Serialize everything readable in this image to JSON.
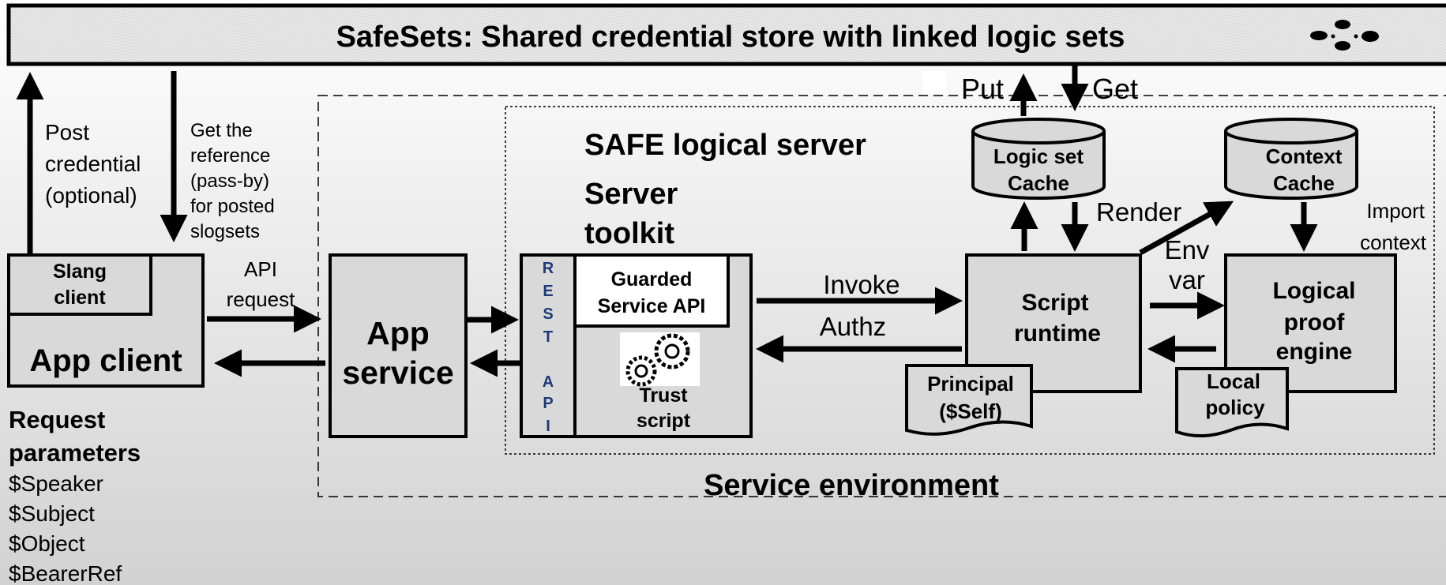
{
  "banner": {
    "title": "SafeSets: Shared credential store with linked logic sets"
  },
  "left": {
    "post_label": [
      "Post",
      "credential",
      "(optional)"
    ],
    "get_label": [
      "Get the",
      "reference",
      "(pass-by)",
      "for posted",
      "slogsets"
    ],
    "api_request": [
      "API",
      "request"
    ],
    "slang_client": [
      "Slang",
      "client"
    ],
    "app_client": "App client",
    "request_params_title": [
      "Request",
      "parameters"
    ],
    "request_params": [
      "$Speaker",
      "$Subject",
      "$Object",
      "$BearerRef"
    ]
  },
  "app_service": [
    "App",
    "service"
  ],
  "env": {
    "label": "Service environment"
  },
  "safe": {
    "title": "SAFE logical server",
    "toolkit": [
      "Server",
      "toolkit"
    ],
    "rest_api": [
      "R",
      "E",
      "S",
      "T",
      "A",
      "P",
      "I"
    ],
    "guarded_api": [
      "Guarded",
      "Service API"
    ],
    "trust_script": [
      "Trust",
      "script"
    ],
    "invoke": "Invoke",
    "authz": "Authz",
    "put": "Put",
    "get": "Get",
    "logic_cache": [
      "Logic set",
      "Cache"
    ],
    "context_cache": [
      "Context",
      "Cache"
    ],
    "render": "Render",
    "import_context": [
      "Import",
      "context"
    ],
    "env_var": [
      "Env",
      "var"
    ],
    "script_runtime": [
      "Script",
      "runtime"
    ],
    "principal": [
      "Principal",
      "($Self)"
    ],
    "logical_engine": [
      "Logical",
      "proof",
      "engine"
    ],
    "local_policy": [
      "Local",
      "policy"
    ]
  }
}
